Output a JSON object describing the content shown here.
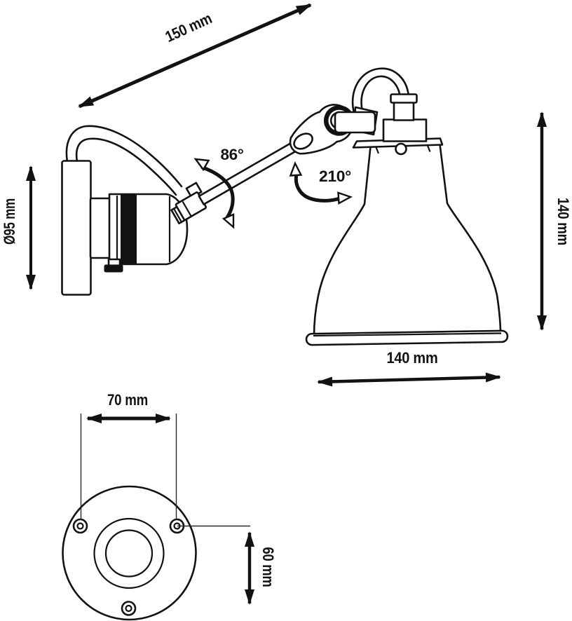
{
  "diagram": {
    "type": "technical-dimension-drawing",
    "subject": "wall-lamp-with-articulated-arm",
    "colors": {
      "line": "#121212",
      "background": "#ffffff"
    },
    "dimensions": {
      "arm_length": "150 mm",
      "backplate_diameter": "Ø95 mm",
      "arm_rotation_angle": "86°",
      "shade_rotation_angle": "210°",
      "shade_height": "140 mm",
      "shade_diameter": "140 mm",
      "mounting_hole_spacing": "70 mm",
      "mounting_hole_offset": "60 mm"
    }
  }
}
